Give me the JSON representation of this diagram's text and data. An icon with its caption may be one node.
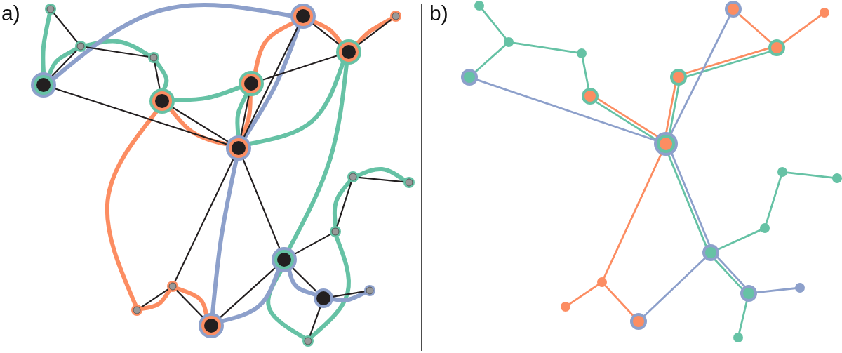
{
  "diagram": {
    "nodes": [
      {
        "text": [],
        "shape": "circle"
      },
      {
        "text": [],
        "shape": "circle"
      },
      {
        "text": [],
        "shape": "circle"
      },
      {
        "text": [],
        "shape": "circle"
      },
      {
        "text": [],
        "shape": "circle"
      },
      {
        "text": [],
        "shape": "circle"
      },
      {
        "text": [],
        "shape": "circle"
      },
      {
        "text": [],
        "shape": "circle"
      },
      {
        "text": [],
        "shape": "circle"
      },
      {
        "text": [],
        "shape": "circle"
      },
      {
        "text": [],
        "shape": "circle"
      },
      {
        "text": [],
        "shape": "circle"
      },
      {
        "text": [],
        "shape": "circle"
      },
      {
        "text": [],
        "shape": "circle"
      },
      {
        "text": [],
        "shape": "circle"
      },
      {
        "text": [],
        "shape": "circle"
      },
      {
        "text": [],
        "shape": "circle"
      },
      {
        "text": [],
        "shape": "circle"
      },
      {
        "text": [],
        "shape": "circle"
      },
      {
        "text": [],
        "shape": "circle"
      },
      {
        "text": [],
        "shape": "circle"
      },
      {
        "text": [],
        "shape": "circle"
      },
      {
        "text": [],
        "shape": "circle"
      },
      {
        "text": [],
        "shape": "circle"
      },
      {
        "text": [],
        "shape": "circle"
      },
      {
        "text": [],
        "shape": "circle"
      },
      {
        "text": [],
        "shape": "circle"
      },
      {
        "text": [],
        "shape": "circle"
      },
      {
        "text": [],
        "shape": "circle"
      },
      {
        "text": [],
        "shape": "circle"
      },
      {
        "text": [],
        "shape": "circle"
      },
      {
        "text": [],
        "shape": "circle"
      },
      {
        "text": [],
        "shape": "circle"
      },
      {
        "text": [],
        "shape": "circle"
      },
      {
        "text": [],
        "shape": "circle"
      },
      {
        "text": [],
        "shape": "circle"
      },
      {
        "text": [],
        "shape": "circle"
      },
      {
        "text": [],
        "shape": "circle"
      },
      {
        "text": [],
        "shape": "circle"
      },
      {
        "text": [],
        "shape": "circle"
      }
    ],
    "edges": [
      {
        "from": 0,
        "to": 1,
        "arrow": "none",
        "color": "#231f20"
      },
      {
        "from": 1,
        "to": 3,
        "arrow": "none",
        "color": "#231f20"
      },
      {
        "from": 1,
        "to": 2,
        "arrow": "none",
        "color": "#231f20"
      },
      {
        "from": 2,
        "to": 4,
        "arrow": "none",
        "color": "#231f20"
      },
      {
        "from": 3,
        "to": 9,
        "arrow": "none",
        "color": "#231f20"
      },
      {
        "from": 4,
        "to": 9,
        "arrow": "none",
        "color": "#231f20"
      },
      {
        "from": 5,
        "to": 9,
        "arrow": "none",
        "color": "#231f20"
      },
      {
        "from": 5,
        "to": 8,
        "arrow": "none",
        "color": "#231f20"
      },
      {
        "from": 6,
        "to": 9,
        "arrow": "none",
        "color": "#231f20"
      },
      {
        "from": 6,
        "to": 8,
        "arrow": "none",
        "color": "#231f20"
      },
      {
        "from": 8,
        "to": 7,
        "arrow": "none",
        "color": "#231f20"
      },
      {
        "from": 9,
        "to": 13,
        "arrow": "none",
        "color": "#231f20"
      },
      {
        "from": 9,
        "to": 14,
        "arrow": "none",
        "color": "#231f20"
      },
      {
        "from": 13,
        "to": 12,
        "arrow": "none",
        "color": "#231f20"
      },
      {
        "from": 12,
        "to": 10,
        "arrow": "none",
        "color": "#231f20"
      },
      {
        "from": 10,
        "to": 11,
        "arrow": "none",
        "color": "#231f20"
      },
      {
        "from": 13,
        "to": 16,
        "arrow": "none",
        "color": "#231f20"
      },
      {
        "from": 13,
        "to": 18,
        "arrow": "none",
        "color": "#231f20"
      },
      {
        "from": 14,
        "to": 15,
        "arrow": "none",
        "color": "#231f20"
      },
      {
        "from": 14,
        "to": 18,
        "arrow": "none",
        "color": "#231f20"
      },
      {
        "from": 16,
        "to": 17,
        "arrow": "none",
        "color": "#231f20"
      },
      {
        "from": 16,
        "to": 19,
        "arrow": "none",
        "color": "#231f20"
      },
      {
        "from": 0,
        "to": 3,
        "arrow": "none",
        "style": "thick",
        "color": "#66c2a5"
      },
      {
        "from": 3,
        "to": 1,
        "arrow": "none",
        "style": "thick",
        "color": "#66c2a5"
      },
      {
        "from": 1,
        "to": 2,
        "arrow": "none",
        "style": "thick",
        "color": "#66c2a5"
      },
      {
        "from": 2,
        "to": 4,
        "arrow": "none",
        "style": "thick",
        "color": "#66c2a5"
      },
      {
        "from": 4,
        "to": 5,
        "arrow": "none",
        "style": "thick",
        "color": "#66c2a5"
      },
      {
        "from": 5,
        "to": 9,
        "arrow": "none",
        "style": "thick",
        "color": "#66c2a5"
      },
      {
        "from": 9,
        "to": 8,
        "arrow": "none",
        "style": "thick",
        "color": "#66c2a5"
      },
      {
        "from": 8,
        "to": 13,
        "arrow": "none",
        "style": "thick",
        "color": "#66c2a5"
      },
      {
        "from": 13,
        "to": 19,
        "arrow": "none",
        "style": "thick",
        "color": "#66c2a5"
      },
      {
        "from": 19,
        "to": 12,
        "arrow": "none",
        "style": "thick",
        "color": "#66c2a5"
      },
      {
        "from": 12,
        "to": 10,
        "arrow": "none",
        "style": "thick",
        "color": "#66c2a5"
      },
      {
        "from": 10,
        "to": 11,
        "arrow": "none",
        "style": "thick",
        "color": "#66c2a5"
      },
      {
        "from": 7,
        "to": 8,
        "arrow": "none",
        "style": "thick",
        "color": "#fc8d62"
      },
      {
        "from": 8,
        "to": 6,
        "arrow": "none",
        "style": "thick",
        "color": "#fc8d62"
      },
      {
        "from": 6,
        "to": 5,
        "arrow": "none",
        "style": "thick",
        "color": "#fc8d62"
      },
      {
        "from": 5,
        "to": 9,
        "arrow": "none",
        "style": "thick",
        "color": "#fc8d62"
      },
      {
        "from": 9,
        "to": 4,
        "arrow": "none",
        "style": "thick",
        "color": "#fc8d62"
      },
      {
        "from": 4,
        "to": 15,
        "arrow": "none",
        "style": "thick",
        "color": "#fc8d62"
      },
      {
        "from": 15,
        "to": 14,
        "arrow": "none",
        "style": "thick",
        "color": "#fc8d62"
      },
      {
        "from": 14,
        "to": 18,
        "arrow": "none",
        "style": "thick",
        "color": "#fc8d62"
      },
      {
        "from": 3,
        "to": 6,
        "arrow": "none",
        "style": "thick",
        "color": "#8da0cb"
      },
      {
        "from": 6,
        "to": 9,
        "arrow": "none",
        "style": "thick",
        "color": "#8da0cb"
      },
      {
        "from": 9,
        "to": 18,
        "arrow": "none",
        "style": "thick",
        "color": "#8da0cb"
      },
      {
        "from": 18,
        "to": 13,
        "arrow": "none",
        "style": "thick",
        "color": "#8da0cb"
      },
      {
        "from": 13,
        "to": 16,
        "arrow": "none",
        "style": "thick",
        "color": "#8da0cb"
      },
      {
        "from": 16,
        "to": 17,
        "arrow": "none",
        "style": "thick",
        "color": "#8da0cb"
      },
      {
        "from": 20,
        "to": 21,
        "arrow": "none",
        "color": "#66c2a5"
      },
      {
        "from": 21,
        "to": 23,
        "arrow": "none",
        "color": "#66c2a5"
      },
      {
        "from": 21,
        "to": 22,
        "arrow": "none",
        "color": "#66c2a5"
      },
      {
        "from": 22,
        "to": 24,
        "arrow": "none",
        "color": "#66c2a5"
      },
      {
        "from": 24,
        "to": 29,
        "arrow": "none",
        "color": "#66c2a5"
      },
      {
        "from": 29,
        "to": 25,
        "arrow": "none",
        "color": "#66c2a5"
      },
      {
        "from": 25,
        "to": 28,
        "arrow": "none",
        "color": "#66c2a5"
      },
      {
        "from": 29,
        "to": 33,
        "arrow": "none",
        "color": "#66c2a5"
      },
      {
        "from": 33,
        "to": 36,
        "arrow": "none",
        "color": "#66c2a5"
      },
      {
        "from": 33,
        "to": 32,
        "arrow": "none",
        "color": "#66c2a5"
      },
      {
        "from": 32,
        "to": 30,
        "arrow": "none",
        "color": "#66c2a5"
      },
      {
        "from": 30,
        "to": 31,
        "arrow": "none",
        "color": "#66c2a5"
      },
      {
        "from": 36,
        "to": 39,
        "arrow": "none",
        "color": "#66c2a5"
      },
      {
        "from": 24,
        "to": 29,
        "arrow": "none",
        "color": "#fc8d62"
      },
      {
        "from": 29,
        "to": 25,
        "arrow": "none",
        "color": "#fc8d62"
      },
      {
        "from": 25,
        "to": 28,
        "arrow": "none",
        "color": "#fc8d62"
      },
      {
        "from": 28,
        "to": 26,
        "arrow": "none",
        "color": "#fc8d62"
      },
      {
        "from": 28,
        "to": 27,
        "arrow": "none",
        "color": "#fc8d62"
      },
      {
        "from": 29,
        "to": 34,
        "arrow": "none",
        "color": "#fc8d62"
      },
      {
        "from": 34,
        "to": 35,
        "arrow": "none",
        "color": "#fc8d62"
      },
      {
        "from": 34,
        "to": 38,
        "arrow": "none",
        "color": "#fc8d62"
      },
      {
        "from": 23,
        "to": 29,
        "arrow": "none",
        "color": "#8da0cb"
      },
      {
        "from": 29,
        "to": 26,
        "arrow": "none",
        "color": "#8da0cb"
      },
      {
        "from": 29,
        "to": 33,
        "arrow": "none",
        "color": "#8da0cb"
      },
      {
        "from": 33,
        "to": 38,
        "arrow": "none",
        "color": "#8da0cb"
      },
      {
        "from": 33,
        "to": 36,
        "arrow": "none",
        "color": "#8da0cb"
      },
      {
        "from": 36,
        "to": 37,
        "arrow": "none",
        "color": "#8da0cb"
      }
    ],
    "labels": [
      "a)",
      "b)"
    ]
  }
}
